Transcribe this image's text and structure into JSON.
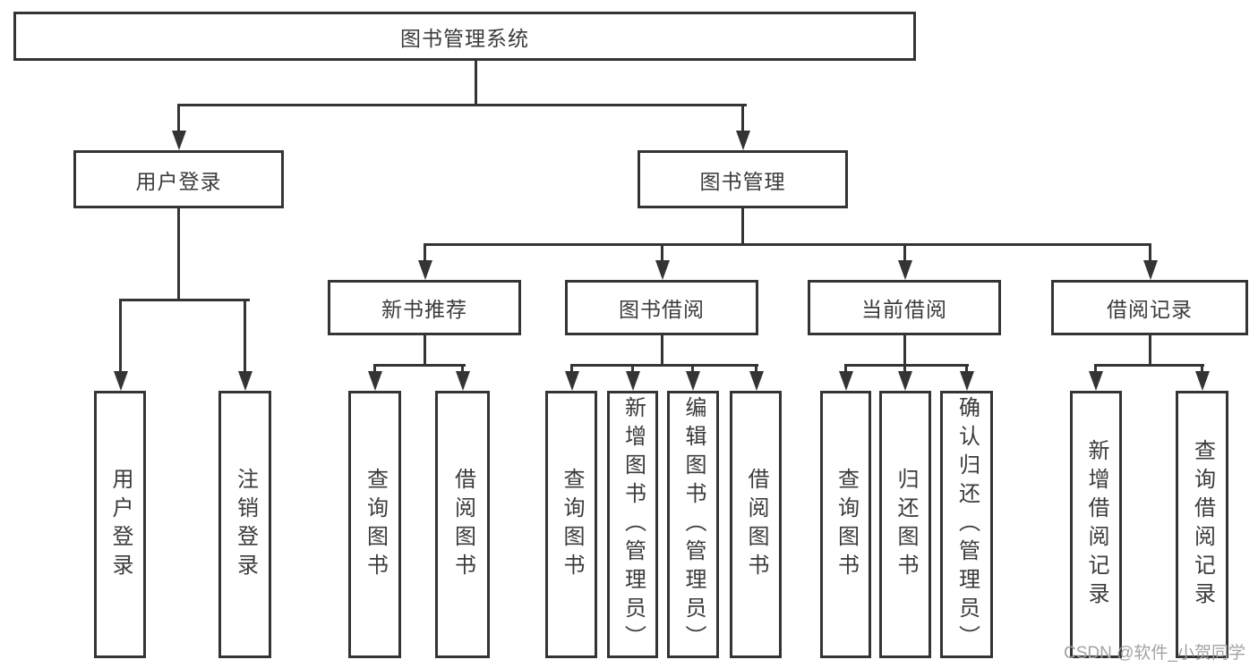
{
  "title": "图书管理系统",
  "watermark": "CSDN @软件_小贺同学",
  "colors": {
    "line": "#343434",
    "text": "#3b3b3b",
    "background": "#ffffff",
    "watermark": "#a3a3a3"
  },
  "nodes": {
    "root": {
      "label": "图书管理系统"
    },
    "user_login": {
      "label": "用户登录"
    },
    "book_mgmt": {
      "label": "图书管理"
    },
    "leaf_login": {
      "label": "用户登录"
    },
    "leaf_logout": {
      "label": "注销登录"
    },
    "new_rec": {
      "label": "新书推荐"
    },
    "borrow": {
      "label": "图书借阅"
    },
    "current": {
      "label": "当前借阅"
    },
    "records": {
      "label": "借阅记录"
    },
    "rec_query": {
      "label": "查询图书"
    },
    "rec_borrow": {
      "label": "借阅图书"
    },
    "borrow_query": {
      "label": "查询图书"
    },
    "borrow_add": {
      "label": "新增图书（管理员）"
    },
    "borrow_edit": {
      "label": "编辑图书（管理员）"
    },
    "borrow_borrow": {
      "label": "借阅图书"
    },
    "current_query": {
      "label": "查询图书"
    },
    "current_return": {
      "label": "归还图书"
    },
    "current_confirm": {
      "label": "确认归还（管理员）"
    },
    "records_add": {
      "label": "新增借阅记录"
    },
    "records_query": {
      "label": "查询借阅记录"
    }
  },
  "hierarchy": {
    "root": "图书管理系统",
    "children": [
      {
        "label": "用户登录",
        "children": [
          "用户登录",
          "注销登录"
        ]
      },
      {
        "label": "图书管理",
        "children": [
          {
            "label": "新书推荐",
            "children": [
              "查询图书",
              "借阅图书"
            ]
          },
          {
            "label": "图书借阅",
            "children": [
              "查询图书",
              "新增图书（管理员）",
              "编辑图书（管理员）",
              "借阅图书"
            ]
          },
          {
            "label": "当前借阅",
            "children": [
              "查询图书",
              "归还图书",
              "确认归还（管理员）"
            ]
          },
          {
            "label": "借阅记录",
            "children": [
              "新增借阅记录",
              "查询借阅记录"
            ]
          }
        ]
      }
    ]
  }
}
